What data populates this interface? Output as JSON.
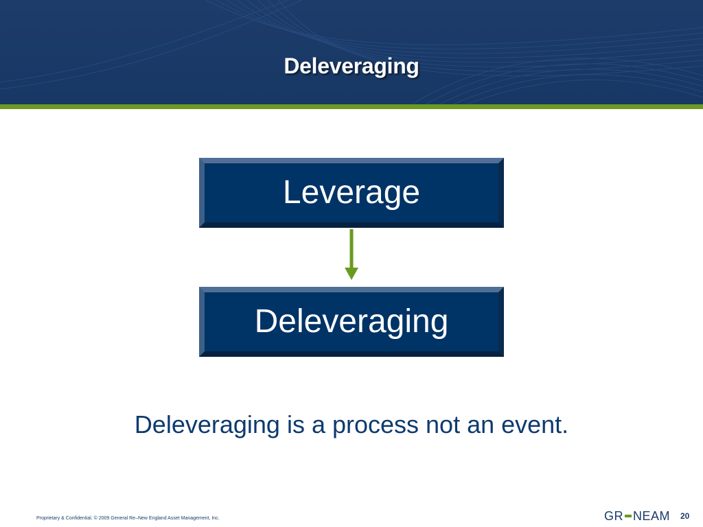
{
  "slide": {
    "title": "Deleveraging",
    "tagline": "Deleveraging is a process not an event.",
    "page_number": "20"
  },
  "diagram": {
    "nodes": [
      {
        "label": "Leverage"
      },
      {
        "label": "Deleveraging"
      }
    ],
    "edges": [
      {
        "from": "Leverage",
        "to": "Deleveraging"
      }
    ]
  },
  "footer": {
    "copyright": "Proprietary & Confidential. © 2009 General Re–New England Asset Management, Inc.",
    "logo_left": "GR",
    "logo_right": "NEAM"
  },
  "colors": {
    "header_blue": "#1d3c6a",
    "box_blue": "#003366",
    "accent_green": "#6a9a1f",
    "text_blue": "#0e3a6e"
  }
}
